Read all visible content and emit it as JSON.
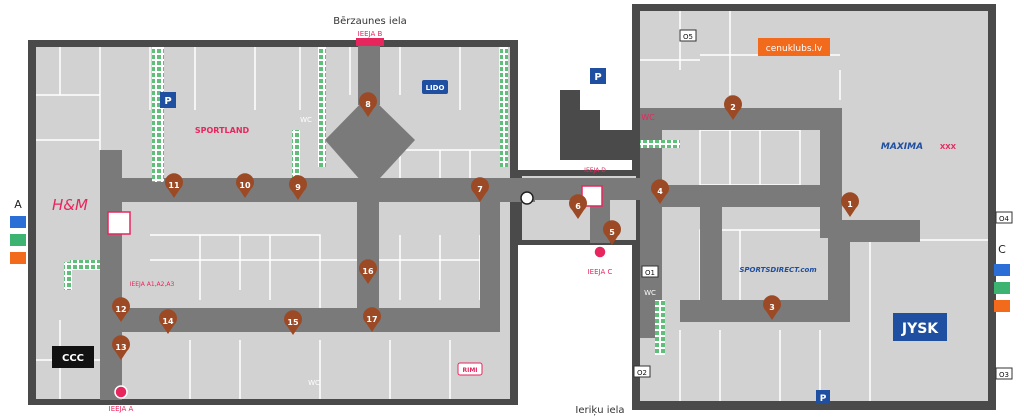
{
  "streets": {
    "north": "Bērzaunes iela",
    "south": "Ieriķu iela"
  },
  "entrances": {
    "a": "IEEJA A",
    "b": "IEEJA B",
    "c": "IEEJA C",
    "d": "IEEJA D",
    "a_levels": "IEEJA A1,A2,A3"
  },
  "stores": {
    "hm": "H&M",
    "sportland": "SPORTLAND",
    "lido": "LIDO",
    "cenuklubs": "cenuklubs.lv",
    "maxima": "MAXIMA",
    "maxima_xxx": "XXX",
    "sportsdirect": "SPORTSDIRECT.com",
    "jysk": "JYSK",
    "ccc": "CCC",
    "rimi": "RIMI"
  },
  "labels": {
    "wc": "WC",
    "parking": "P"
  },
  "exit_codes": [
    "O1",
    "O2",
    "O3",
    "O4",
    "O5"
  ],
  "side_letters": {
    "left": "A",
    "right": "C"
  },
  "pins": [
    "1",
    "2",
    "3",
    "4",
    "5",
    "6",
    "7",
    "8",
    "9",
    "10",
    "11",
    "12",
    "13",
    "14",
    "15",
    "16",
    "17"
  ],
  "colors": {
    "corridor": "#7a7a7a",
    "outer_wall": "#4a4a4a",
    "shop": "#d2d2d2",
    "pin": "#9c4a25",
    "accent": "#e8265e",
    "green": "#3cb371",
    "blue": "#1f4fa0"
  }
}
